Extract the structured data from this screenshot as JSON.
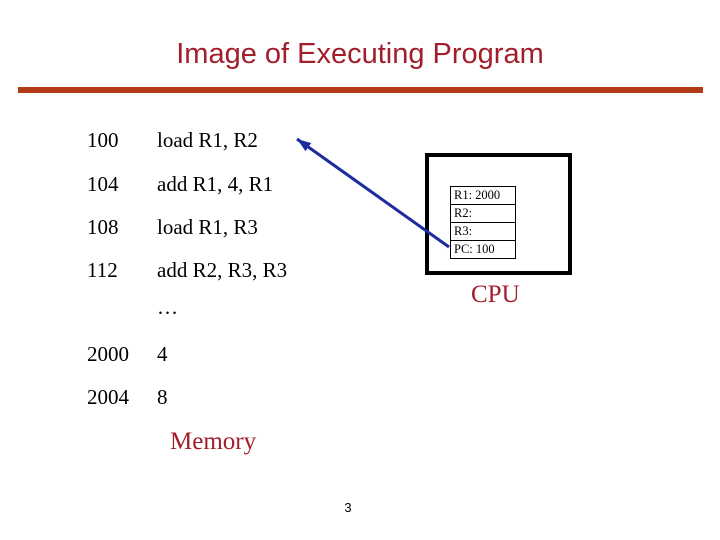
{
  "slide": {
    "title": "Image of Executing Program",
    "page_number": "3"
  },
  "memory": {
    "label": "Memory",
    "rows": [
      {
        "address": "100",
        "value": "load R1, R2"
      },
      {
        "address": "104",
        "value": "add R1, 4, R1"
      },
      {
        "address": "108",
        "value": "load R1, R3"
      },
      {
        "address": "112",
        "value": "add R2, R3, R3"
      },
      {
        "address": "",
        "value": "…"
      },
      {
        "address": "2000",
        "value": "4"
      },
      {
        "address": "2004",
        "value": "8"
      }
    ]
  },
  "cpu": {
    "label": "CPU",
    "registers": [
      "R1: 2000",
      "R2:",
      "R3:",
      "PC: 100"
    ]
  },
  "annotations": {
    "pc_arrow": "arrow from PC register to instruction at address 100"
  },
  "colors": {
    "background": "#FFFFFF",
    "accent_red": "#A21E2B",
    "rule_red": "#B23A16",
    "arrow_blue": "#1C2B9E",
    "text_black": "#000000"
  }
}
